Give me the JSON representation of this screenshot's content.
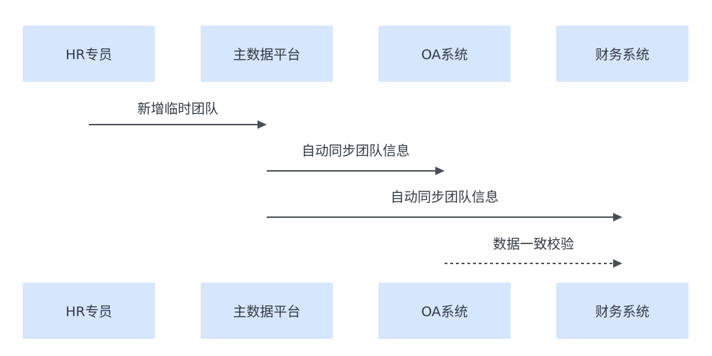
{
  "participants": [
    {
      "id": "hr",
      "label": "HR专员"
    },
    {
      "id": "mdm",
      "label": "主数据平台"
    },
    {
      "id": "oa",
      "label": "OA系统"
    },
    {
      "id": "finance",
      "label": "财务系统"
    }
  ],
  "messages": [
    {
      "from": "hr",
      "to": "mdm",
      "label": "新增临时团队",
      "style": "solid"
    },
    {
      "from": "mdm",
      "to": "oa",
      "label": "自动同步团队信息",
      "style": "solid"
    },
    {
      "from": "mdm",
      "to": "finance",
      "label": "自动同步团队信息",
      "style": "solid"
    },
    {
      "from": "oa",
      "to": "finance",
      "label": "数据一致校验",
      "style": "dashed"
    }
  ],
  "colors": {
    "box_fill": "#d6e6fd",
    "text": "#333a44",
    "arrow": "#4a4f57"
  }
}
